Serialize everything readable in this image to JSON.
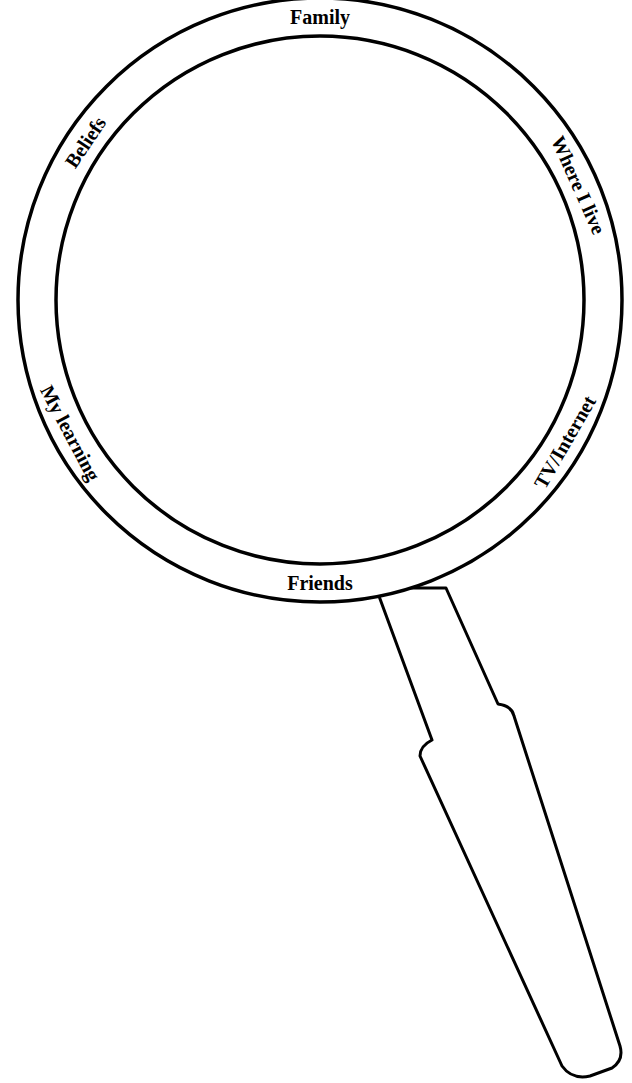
{
  "diagram": {
    "labels": [
      "Family",
      "Where I live",
      "TV/Internet",
      "Friends",
      "My learning",
      "Beliefs"
    ]
  }
}
